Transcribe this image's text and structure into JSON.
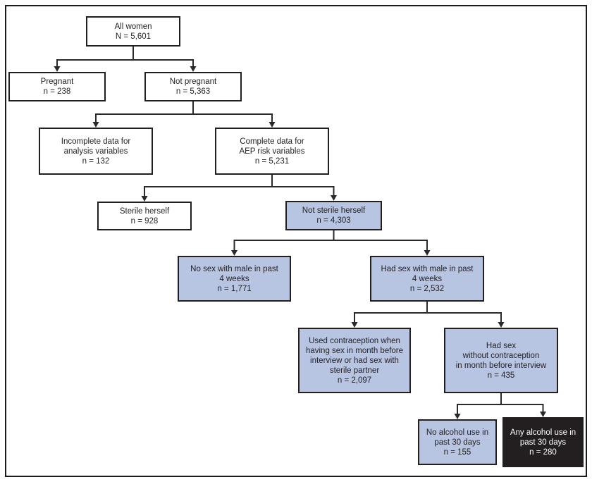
{
  "figure": {
    "type": "flowchart",
    "description_colors": {
      "box_fill_white": "#ffffff",
      "box_fill_blue": "#b8c5e2",
      "box_fill_dark": "#231f20",
      "box_border": "#231f20",
      "line_color": "#2a2a2a"
    },
    "nodes": [
      {
        "id": "all-women",
        "fill": "white",
        "lines": [
          "All women",
          "N = 5,601"
        ]
      },
      {
        "id": "pregnant",
        "fill": "white",
        "lines": [
          "Pregnant",
          "n = 238"
        ]
      },
      {
        "id": "not-pregnant",
        "fill": "white",
        "lines": [
          "Not pregnant",
          "n = 5,363"
        ]
      },
      {
        "id": "incomplete-data",
        "fill": "white",
        "lines": [
          "Incomplete data for",
          "analysis variables",
          "n = 132"
        ]
      },
      {
        "id": "complete-data",
        "fill": "white",
        "lines": [
          "Complete data for",
          "AEP risk variables",
          "n = 5,231"
        ]
      },
      {
        "id": "sterile-herself",
        "fill": "white",
        "lines": [
          "Sterile herself",
          "n = 928"
        ]
      },
      {
        "id": "not-sterile-herself",
        "fill": "blue",
        "lines": [
          "Not sterile herself",
          "n = 4,303"
        ]
      },
      {
        "id": "no-sex",
        "fill": "blue",
        "lines": [
          "No sex with male in past",
          "4 weeks",
          "n = 1,771"
        ]
      },
      {
        "id": "had-sex",
        "fill": "blue",
        "lines": [
          "Had sex with male in past",
          "4 weeks",
          "n = 2,532"
        ]
      },
      {
        "id": "used-contraception",
        "fill": "blue",
        "lines": [
          "Used contraception when",
          "having sex in month before",
          "interview or had sex with",
          "sterile partner",
          "n = 2,097"
        ]
      },
      {
        "id": "no-contraception",
        "fill": "blue",
        "lines": [
          "Had sex",
          "without contraception",
          "in month before interview",
          "n = 435"
        ]
      },
      {
        "id": "no-alcohol",
        "fill": "blue",
        "lines": [
          "No alcohol use in",
          "past 30 days",
          "n = 155"
        ]
      },
      {
        "id": "any-alcohol",
        "fill": "dark",
        "lines": [
          "Any alcohol use in",
          "past 30 days",
          "n = 280"
        ]
      }
    ],
    "edges": [
      {
        "from": "all-women",
        "to": [
          "pregnant",
          "not-pregnant"
        ]
      },
      {
        "from": "not-pregnant",
        "to": [
          "incomplete-data",
          "complete-data"
        ]
      },
      {
        "from": "complete-data",
        "to": [
          "sterile-herself",
          "not-sterile-herself"
        ]
      },
      {
        "from": "not-sterile-herself",
        "to": [
          "no-sex",
          "had-sex"
        ]
      },
      {
        "from": "had-sex",
        "to": [
          "used-contraception",
          "no-contraception"
        ]
      },
      {
        "from": "no-contraception",
        "to": [
          "no-alcohol",
          "any-alcohol"
        ]
      }
    ]
  }
}
